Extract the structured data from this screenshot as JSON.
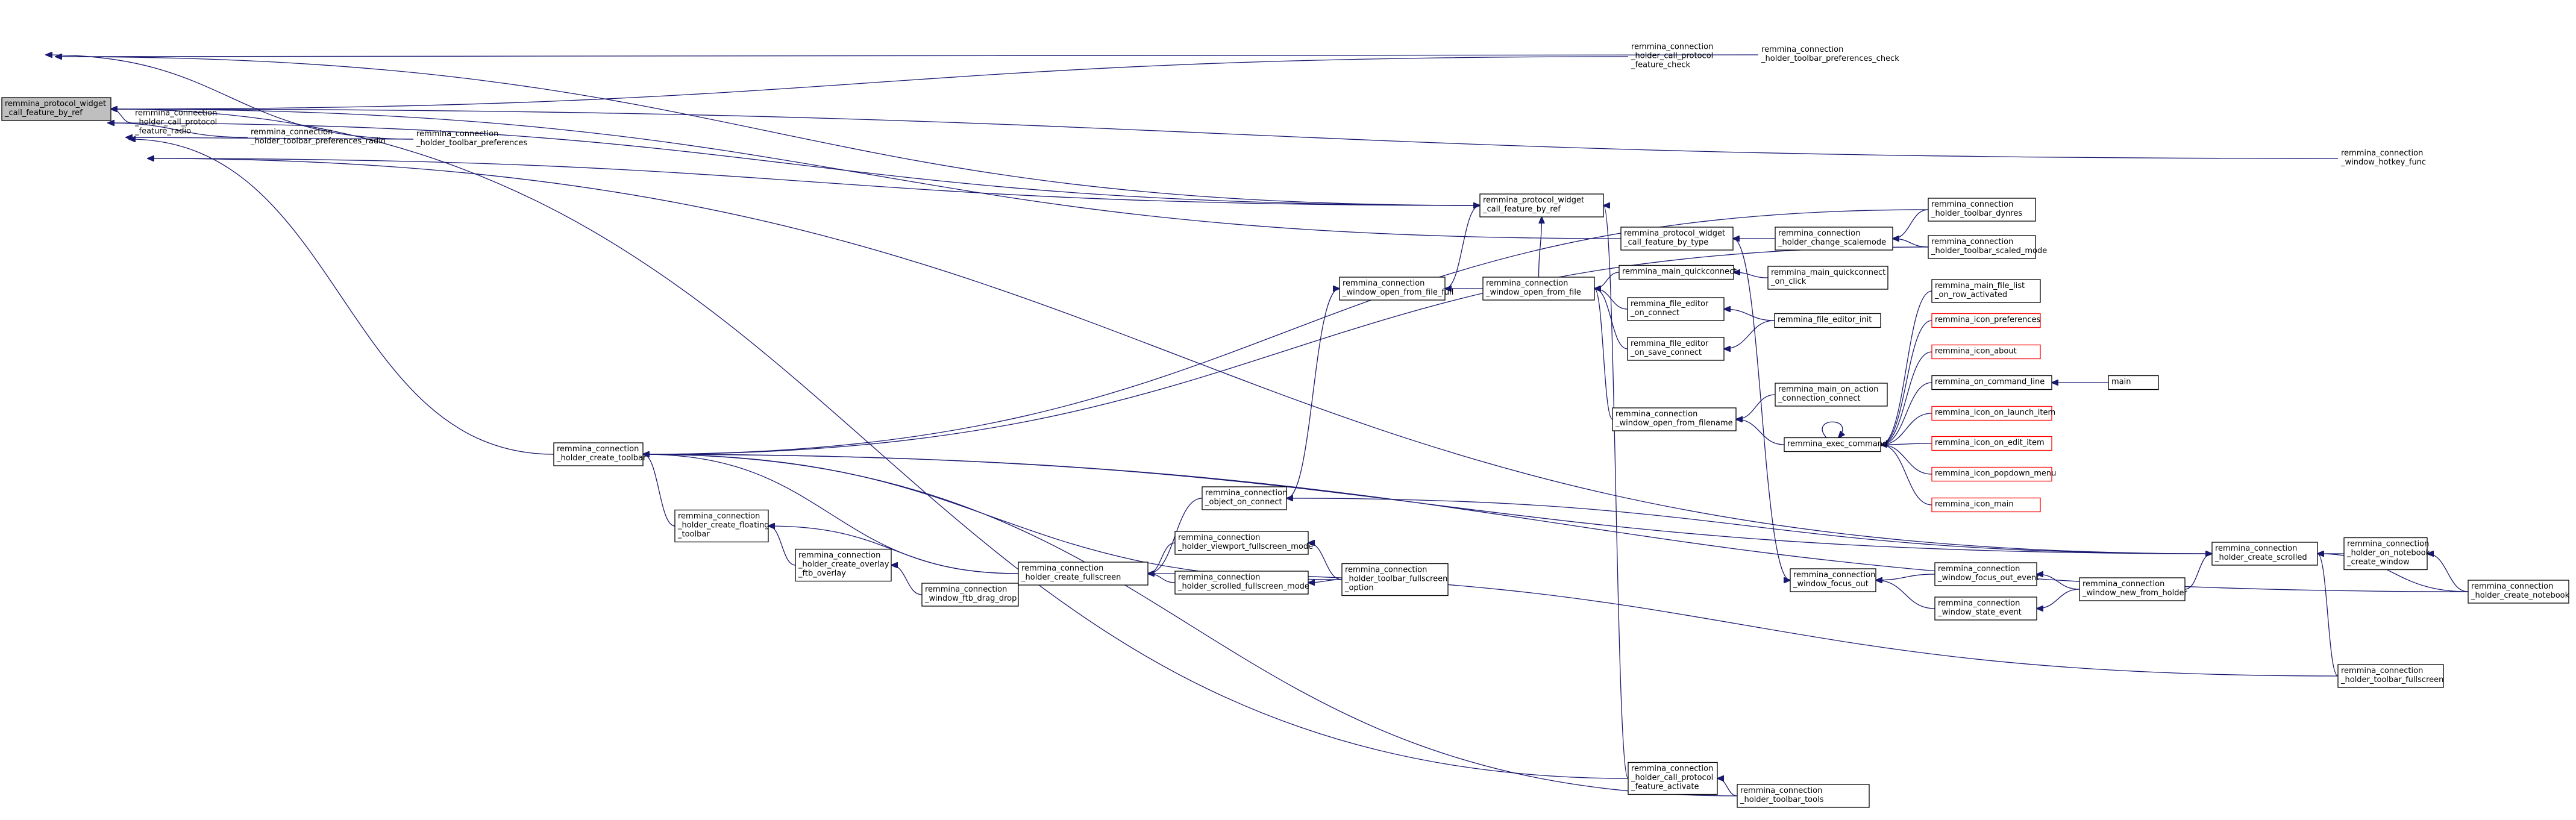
{
  "graph": {
    "root": "root",
    "nodes": {
      "root": {
        "lines": [
          "remmina_protocol_widget",
          "_call_feature_by_ref"
        ],
        "root": true
      },
      "feature_radio": {
        "lines": [
          "remmina_connection",
          "_holder_call_protocol",
          "_feature_radio"
        ]
      },
      "toolbar_prefs_radio": {
        "lines": [
          "remmina_connection",
          "_holder_toolbar_preferences_radio"
        ]
      },
      "toolbar_prefs": {
        "lines": [
          "remmina_connection",
          "_holder_toolbar_preferences"
        ]
      },
      "feature_check": {
        "lines": [
          "remmina_connection",
          "_holder_call_protocol",
          "_feature_check"
        ]
      },
      "toolbar_prefs_check": {
        "lines": [
          "remmina_connection",
          "_holder_toolbar_preferences_check"
        ]
      },
      "hotkey_func": {
        "lines": [
          "remmina_connection",
          "_window_hotkey_func"
        ]
      },
      "pw_call_by_ref": {
        "lines": [
          "remmina_protocol_widget",
          "_call_feature_by_ref"
        ]
      },
      "pw_call_by_type": {
        "lines": [
          "remmina_protocol_widget",
          "_call_feature_by_type"
        ]
      },
      "toolbar_dynres": {
        "lines": [
          "remmina_connection",
          "_holder_toolbar_dynres"
        ]
      },
      "change_scalemode": {
        "lines": [
          "remmina_connection",
          "_holder_change_scalemode"
        ]
      },
      "toolbar_scaled_mode": {
        "lines": [
          "remmina_connection",
          "_holder_toolbar_scaled_mode"
        ]
      },
      "open_from_file_full": {
        "lines": [
          "remmina_connection",
          "_window_open_from_file_full"
        ]
      },
      "open_from_file": {
        "lines": [
          "remmina_connection",
          "_window_open_from_file"
        ]
      },
      "main_quickconnect": {
        "lines": [
          "remmina_main_quickconnect"
        ]
      },
      "main_quickconnect_click": {
        "lines": [
          "remmina_main_quickconnect",
          "_on_click"
        ]
      },
      "file_editor_connect": {
        "lines": [
          "remmina_file_editor",
          "_on_connect"
        ]
      },
      "file_editor_init": {
        "lines": [
          "remmina_file_editor_init"
        ]
      },
      "file_editor_save_connect": {
        "lines": [
          "remmina_file_editor",
          "_on_save_connect"
        ]
      },
      "main_file_list": {
        "lines": [
          "remmina_main_file_list",
          "_on_row_activated"
        ]
      },
      "icon_preferences": {
        "lines": [
          "remmina_icon_preferences"
        ],
        "red": true
      },
      "icon_about": {
        "lines": [
          "remmina_icon_about"
        ],
        "red": true
      },
      "on_command_line": {
        "lines": [
          "remmina_on_command_line"
        ]
      },
      "main": {
        "lines": [
          "main"
        ]
      },
      "icon_launch_item": {
        "lines": [
          "remmina_icon_on_launch_item"
        ],
        "red": true
      },
      "icon_edit_item": {
        "lines": [
          "remmina_icon_on_edit_item"
        ],
        "red": true
      },
      "icon_popdown_menu": {
        "lines": [
          "remmina_icon_popdown_menu"
        ],
        "red": true
      },
      "icon_main": {
        "lines": [
          "remmina_icon_main"
        ],
        "red": true
      },
      "open_from_filename": {
        "lines": [
          "remmina_connection",
          "_window_open_from_filename"
        ]
      },
      "main_action_connect": {
        "lines": [
          "remmina_main_on_action",
          "_connection_connect"
        ]
      },
      "exec_command": {
        "lines": [
          "remmina_exec_command"
        ]
      },
      "create_toolbar": {
        "lines": [
          "remmina_connection",
          "_holder_create_toolbar"
        ]
      },
      "create_floating_toolbar": {
        "lines": [
          "remmina_connection",
          "_holder_create_floating",
          "_toolbar"
        ]
      },
      "create_overlay_ftb": {
        "lines": [
          "remmina_connection",
          "_holder_create_overlay",
          "_ftb_overlay"
        ]
      },
      "ftb_drag_drop": {
        "lines": [
          "remmina_connection",
          "_window_ftb_drag_drop"
        ]
      },
      "create_fullscreen": {
        "lines": [
          "remmina_connection",
          "_holder_create_fullscreen"
        ]
      },
      "object_on_connect": {
        "lines": [
          "remmina_connection",
          "_object_on_connect"
        ]
      },
      "viewport_fullscreen": {
        "lines": [
          "remmina_connection",
          "_holder_viewport_fullscreen_mode"
        ]
      },
      "scrolled_fullscreen": {
        "lines": [
          "remmina_connection",
          "_holder_scrolled_fullscreen_mode"
        ]
      },
      "toolbar_fullscreen_option": {
        "lines": [
          "remmina_connection",
          "_holder_toolbar_fullscreen",
          "_option"
        ]
      },
      "window_focus_out": {
        "lines": [
          "remmina_connection",
          "_window_focus_out"
        ]
      },
      "window_focus_out_event": {
        "lines": [
          "remmina_connection",
          "_window_focus_out_event"
        ]
      },
      "window_state_event": {
        "lines": [
          "remmina_connection",
          "_window_state_event"
        ]
      },
      "window_new_from_holder": {
        "lines": [
          "remmina_connection",
          "_window_new_from_holder"
        ]
      },
      "create_scrolled": {
        "lines": [
          "remmina_connection",
          "_holder_create_scrolled"
        ]
      },
      "on_notebook_create_window": {
        "lines": [
          "remmina_connection",
          "_holder_on_notebook",
          "_create_window"
        ]
      },
      "create_notebook": {
        "lines": [
          "remmina_connection",
          "_holder_create_notebook"
        ]
      },
      "toolbar_fullscreen": {
        "lines": [
          "remmina_connection",
          "_holder_toolbar_fullscreen"
        ]
      },
      "feature_activate": {
        "lines": [
          "remmina_connection",
          "_holder_call_protocol",
          "_feature_activate"
        ]
      },
      "toolbar_tools": {
        "lines": [
          "remmina_connection",
          "_holder_toolbar_tools"
        ]
      }
    },
    "edges": [
      [
        "feature_radio",
        "root"
      ],
      [
        "toolbar_prefs_radio",
        "feature_radio"
      ],
      [
        "toolbar_prefs",
        "toolbar_prefs_radio"
      ],
      [
        "create_toolbar",
        "toolbar_prefs"
      ],
      [
        "feature_check",
        "root"
      ],
      [
        "toolbar_prefs_check",
        "feature_check"
      ],
      [
        "toolbar_prefs",
        "toolbar_prefs_check"
      ],
      [
        "hotkey_func",
        "root"
      ],
      [
        "pw_call_by_ref",
        "feature_check"
      ],
      [
        "pw_call_by_ref",
        "hotkey_func"
      ],
      [
        "pw_call_by_ref",
        "feature_radio"
      ],
      [
        "pw_call_by_type",
        "root"
      ],
      [
        "open_from_file_full",
        "pw_call_by_ref"
      ],
      [
        "open_from_file",
        "open_from_file_full"
      ],
      [
        "open_from_file",
        "pw_call_by_ref"
      ],
      [
        "change_scalemode",
        "pw_call_by_type"
      ],
      [
        "toolbar_dynres",
        "change_scalemode"
      ],
      [
        "toolbar_scaled_mode",
        "change_scalemode"
      ],
      [
        "main_quickconnect",
        "open_from_file"
      ],
      [
        "main_quickconnect_click",
        "main_quickconnect"
      ],
      [
        "file_editor_connect",
        "open_from_file"
      ],
      [
        "file_editor_init",
        "file_editor_connect"
      ],
      [
        "file_editor_save_connect",
        "open_from_file"
      ],
      [
        "file_editor_init",
        "file_editor_save_connect"
      ],
      [
        "open_from_filename",
        "open_from_file"
      ],
      [
        "main_action_connect",
        "open_from_filename"
      ],
      [
        "exec_command",
        "open_from_filename"
      ],
      [
        "main_file_list",
        "exec_command"
      ],
      [
        "icon_preferences",
        "exec_command"
      ],
      [
        "icon_about",
        "exec_command"
      ],
      [
        "on_command_line",
        "exec_command"
      ],
      [
        "main",
        "on_command_line"
      ],
      [
        "icon_launch_item",
        "exec_command"
      ],
      [
        "icon_edit_item",
        "exec_command"
      ],
      [
        "icon_popdown_menu",
        "exec_command"
      ],
      [
        "icon_main",
        "exec_command"
      ],
      [
        "exec_command",
        "exec_command"
      ],
      [
        "create_floating_toolbar",
        "create_toolbar"
      ],
      [
        "create_overlay_ftb",
        "create_floating_toolbar"
      ],
      [
        "ftb_drag_drop",
        "create_overlay_ftb"
      ],
      [
        "create_fullscreen",
        "create_floating_toolbar"
      ],
      [
        "create_fullscreen",
        "create_toolbar"
      ],
      [
        "create_fullscreen",
        "ftb_drag_drop"
      ],
      [
        "object_on_connect",
        "create_fullscreen"
      ],
      [
        "viewport_fullscreen",
        "create_fullscreen"
      ],
      [
        "scrolled_fullscreen",
        "create_fullscreen"
      ],
      [
        "toolbar_fullscreen_option",
        "viewport_fullscreen"
      ],
      [
        "toolbar_fullscreen_option",
        "scrolled_fullscreen"
      ],
      [
        "toolbar_fullscreen_option",
        "create_toolbar"
      ],
      [
        "object_on_connect",
        "open_from_file_full"
      ],
      [
        "create_scrolled",
        "object_on_connect"
      ],
      [
        "create_scrolled",
        "create_toolbar"
      ],
      [
        "window_new_from_holder",
        "create_scrolled"
      ],
      [
        "window_focus_out_event",
        "window_focus_out"
      ],
      [
        "window_state_event",
        "window_focus_out"
      ],
      [
        "window_new_from_holder",
        "window_focus_out_event"
      ],
      [
        "window_new_from_holder",
        "window_state_event"
      ],
      [
        "pw_call_by_type",
        "window_focus_out"
      ],
      [
        "on_notebook_create_window",
        "create_scrolled"
      ],
      [
        "create_notebook",
        "create_scrolled"
      ],
      [
        "create_notebook",
        "on_notebook_create_window"
      ],
      [
        "toolbar_fullscreen",
        "create_scrolled"
      ],
      [
        "toolbar_fullscreen",
        "create_fullscreen"
      ],
      [
        "create_scrolled",
        "hotkey_func"
      ],
      [
        "toolbar_dynres",
        "create_toolbar"
      ],
      [
        "toolbar_scaled_mode",
        "create_toolbar"
      ],
      [
        "create_notebook",
        "create_toolbar"
      ],
      [
        "feature_activate",
        "root"
      ],
      [
        "feature_activate",
        "pw_call_by_ref"
      ],
      [
        "toolbar_tools",
        "feature_activate"
      ],
      [
        "toolbar_tools",
        "create_toolbar"
      ]
    ]
  }
}
